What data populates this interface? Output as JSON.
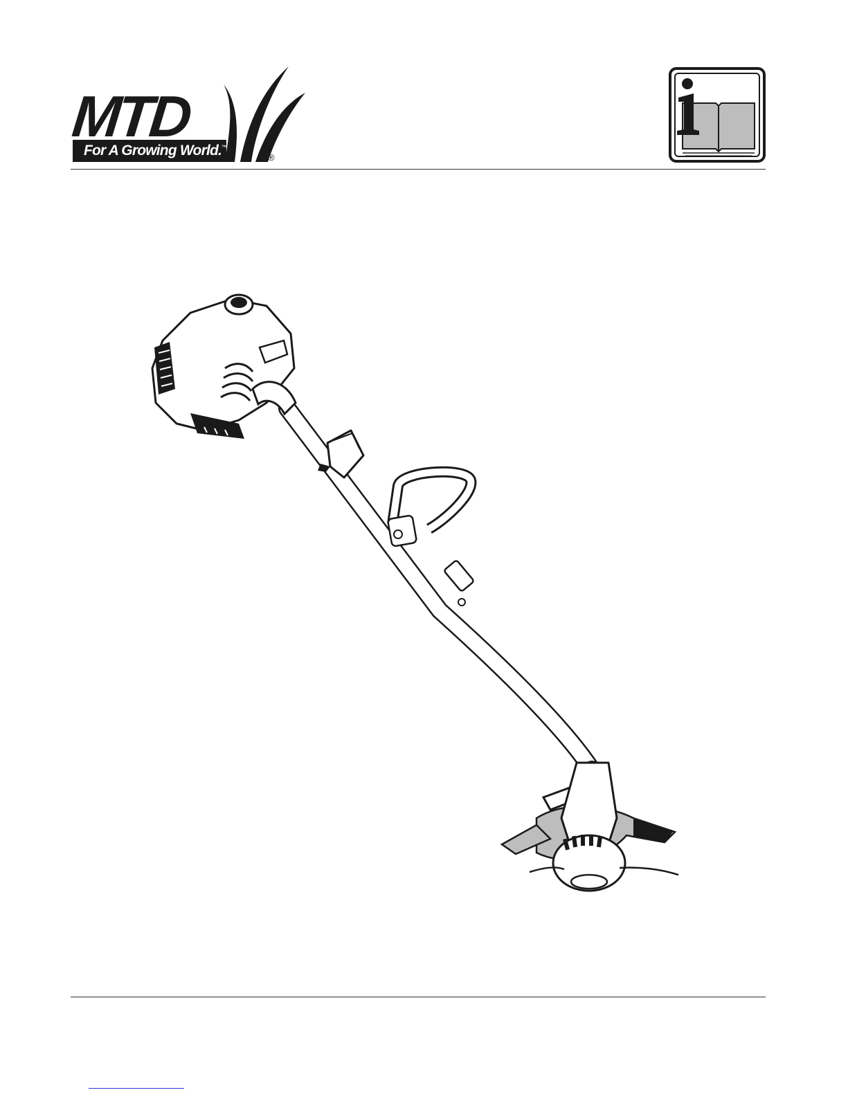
{
  "brand": {
    "name": "MTD",
    "tagline": "For A Growing World.",
    "trademark": "™",
    "registered": "®"
  },
  "icons": {
    "manual": "read-operators-manual-icon",
    "product": "string-trimmer-illustration"
  },
  "colors": {
    "ink": "#1a1a1a",
    "rule": "#333333",
    "link": "#2a3bd6",
    "shade": "#bdbdbd"
  }
}
